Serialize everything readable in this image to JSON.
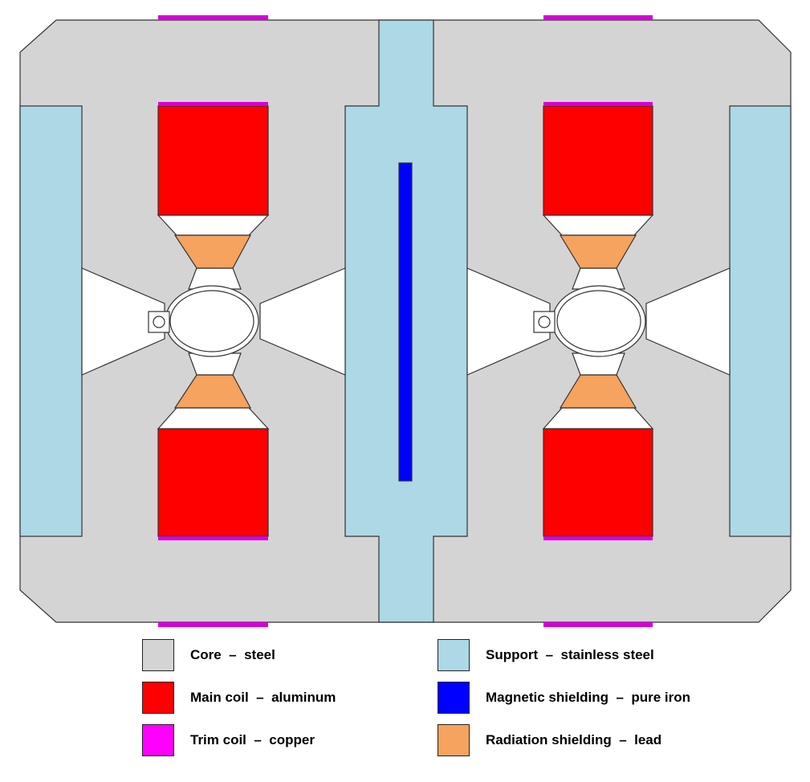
{
  "colors": {
    "core": "#d4d4d4",
    "support": "#add8e6",
    "main_coil": "#ff0000",
    "magnetic_shielding": "#0000ff",
    "trim_coil": "#d600d6",
    "radiation_shielding": "#f5a35e",
    "outline": "#333333",
    "background": "#ffffff"
  },
  "legend": [
    {
      "label": "Core  –  steel",
      "color": "#d4d4d4"
    },
    {
      "label": "Main coil  –  aluminum",
      "color": "#ff0000"
    },
    {
      "label": "Trim coil  –  copper",
      "color": "#ff00ff"
    },
    {
      "label": "Support  –  stainless steel",
      "color": "#add8e6"
    },
    {
      "label": "Magnetic shielding  –  pure iron",
      "color": "#0000ff"
    },
    {
      "label": "Radiation shielding  –  lead",
      "color": "#f5a35e"
    }
  ]
}
